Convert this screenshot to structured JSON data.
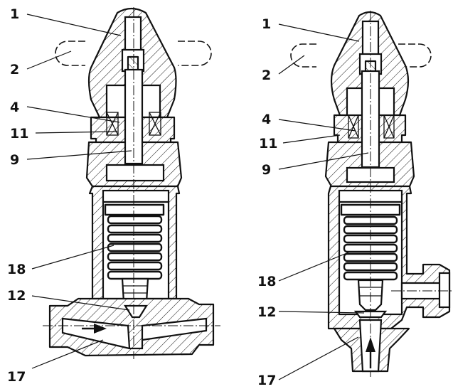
{
  "figure": {
    "left_view": {
      "labels": [
        "1",
        "2",
        "4",
        "11",
        "9",
        "18",
        "12",
        "17"
      ]
    },
    "right_view": {
      "labels": [
        "1",
        "2",
        "4",
        "11",
        "9",
        "18",
        "12",
        "17"
      ]
    }
  },
  "colors": {
    "ink": "#111111",
    "background": "#ffffff"
  }
}
